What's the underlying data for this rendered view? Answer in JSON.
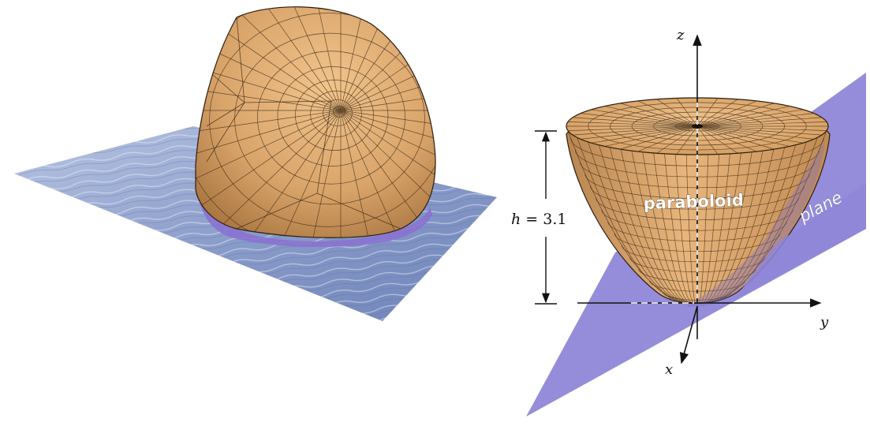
{
  "left_figure": {
    "surface_color": "#d9a46a",
    "water_color": "#8da2cf",
    "waterline_color": "#8a72d0"
  },
  "right_figure": {
    "axes": {
      "z": "z",
      "y": "y",
      "x": "x"
    },
    "height": {
      "var": "h",
      "rest": " = 3.1"
    },
    "surface_label": "paraboloid",
    "plane_label": "plane",
    "surface_color": "#d9a46a",
    "plane_color": "#8f86d8"
  }
}
